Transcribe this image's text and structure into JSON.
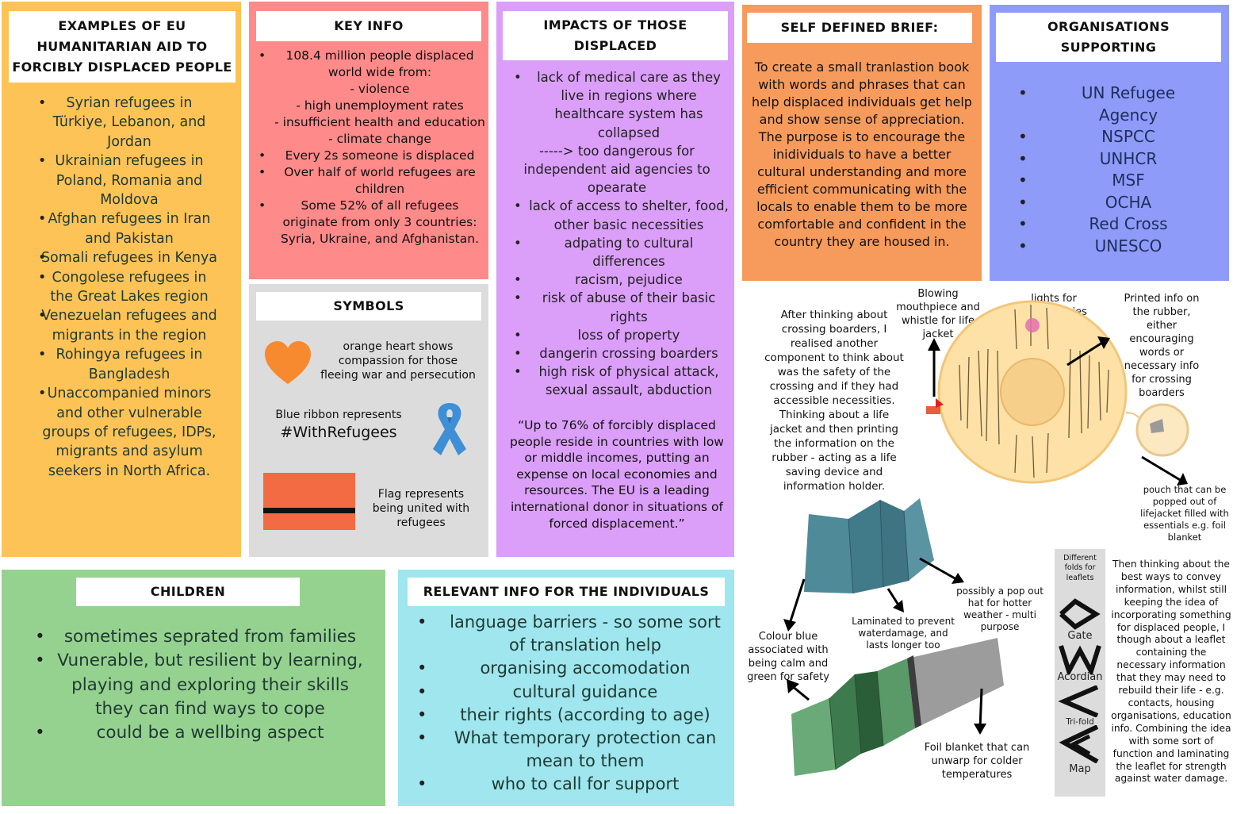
{
  "examples": {
    "title": "EXAMPLES OF EU HUMANITARIAN AID TO FORCIBLY DISPLACED PEOPLE",
    "items": [
      "Syrian refugees in Türkiye, Lebanon, and Jordan",
      "Ukrainian refugees in Poland, Romania and Moldova",
      "Afghan refugees in Iran and Pakistan",
      "Somali refugees in Kenya",
      "Congolese refugees in the Great Lakes region",
      "Venezuelan refugees and migrants in the region",
      "Rohingya refugees in Bangladesh",
      "Unaccompanied minors and other vulnerable groups of refugees, IDPs, migrants and asylum seekers in North Africa."
    ]
  },
  "key_info": {
    "title": "KEY INFO",
    "item1_lines": [
      "108.4 million people displaced world wide from:",
      "- violence",
      "- high unemployment rates",
      "- insufficient health and education",
      "- climate change"
    ],
    "item2": "Every 2s someone is displaced",
    "item3": "Over half of world refugees are children",
    "item4": "Some 52% of all refugees originate from only 3 countries: Syria, Ukraine, and Afghanistan."
  },
  "symbols": {
    "title": "SYMBOLS",
    "heart_text": "orange heart shows compassion for those fleeing war and persecution",
    "ribbon_text": "Blue ribbon represents",
    "ribbon_tag": "#WithRefugees",
    "flag_text": "Flag represents being united with refugees"
  },
  "impacts": {
    "title": "IMPACTS OF THOSE DISPLACED",
    "item1": "lack of medical care as they live in regions where healthcare system has collapsed",
    "item1_note": "-----> too dangerous for independent aid agencies to opearate",
    "items": [
      "lack of access to shelter, food, other basic necessities",
      "adpating to cultural differences",
      "racism, pejudice",
      "risk of abuse of their basic rights",
      "loss of property",
      "dangerin crossing boarders",
      "high risk of physical attack, sexual assault, abduction"
    ],
    "quote": "“Up to 76% of forcibly displaced people reside in countries with low or middle incomes, putting an expense on local economies and resources. The EU is a leading international donor in situations of forced displacement.”"
  },
  "brief": {
    "title": "SELF DEFINED BRIEF:",
    "text": "To create a small tranlastion book with words and phrases that can help displaced individuals get help and show sense of appreciation. The purpose is to encourage the inidividuals to have a better cultural understanding and more efficient communicating with the locals to enable them to be more comfortable and confident in the country they are housed in."
  },
  "orgs": {
    "title": "ORGANISATIONS SUPPORTING",
    "items": [
      "UN Refugee Agency",
      "NSPCC",
      "UNHCR",
      "MSF",
      "OCHA",
      "Red Cross",
      "UNESCO"
    ]
  },
  "children": {
    "title": "CHILDREN",
    "items": [
      "sometimes seprated from families",
      "Vunerable, but resilient by learning, playing and exploring their skills they can find ways to cope",
      "could be a wellbing aspect"
    ]
  },
  "relevant": {
    "title": "RELEVANT INFO FOR THE INDIVIDUALS",
    "items": [
      "language barriers - so some sort of translation help",
      "organising accomodation",
      "cultural guidance",
      "their rights (according to age)",
      "What temporary protection can mean to them",
      "who to call for support"
    ]
  },
  "sketch": {
    "thinking_text": "After thinking about crossing boarders, I realised another component to think about was the safety of the crossing and if they had accessible necessities. Thinking about a life jacket and then printing the information on the rubber - acting as a life saving device and information holder.",
    "blowing": "Blowing mouthpiece and whistle for life jacket",
    "lights": "lights for emergencies",
    "printed": "Printed info on the rubber, either encouraging words or necessary info for crossing boarders",
    "pouch": "pouch that can be popped out of lifejacket filled with essentials e.g. foil blanket",
    "colour_blue": "Colour blue associated with being calm and green for safety",
    "laminated": "Laminated to prevent waterdamage, and lasts longer too",
    "popout": "possibly a pop out hat for hotter weather - multi purpose",
    "foil": "Foil blanket that can unwarp for colder temperatures",
    "folds_title": "Different folds for leaflets",
    "folds": [
      "Gate",
      "Acordian",
      "Tri-fold",
      "Map"
    ],
    "leaflet_text": "Then thinking about the best ways to convey information, whilst still keeping the idea of incorporating something for displaced people, I though about a leaflet containing the necessary information that they may need to rebuild their life - e.g. contacts, housing organisations, education info. Combining the idea with some sort of function and laminating the leaflet for strength against water damage."
  },
  "colors": {
    "examples_bg": "#fec356",
    "key_info_bg": "#fe8a8a",
    "symbols_bg": "#dcdcdc",
    "impacts_bg": "#db9ff9",
    "brief_bg": "#f79b5c",
    "orgs_bg": "#8f9bf9",
    "children_bg": "#95d28f",
    "relevant_bg": "#9fe6ee",
    "heart": "#f7892f",
    "ribbon": "#3f8fd6",
    "flag": "#f26b43"
  }
}
